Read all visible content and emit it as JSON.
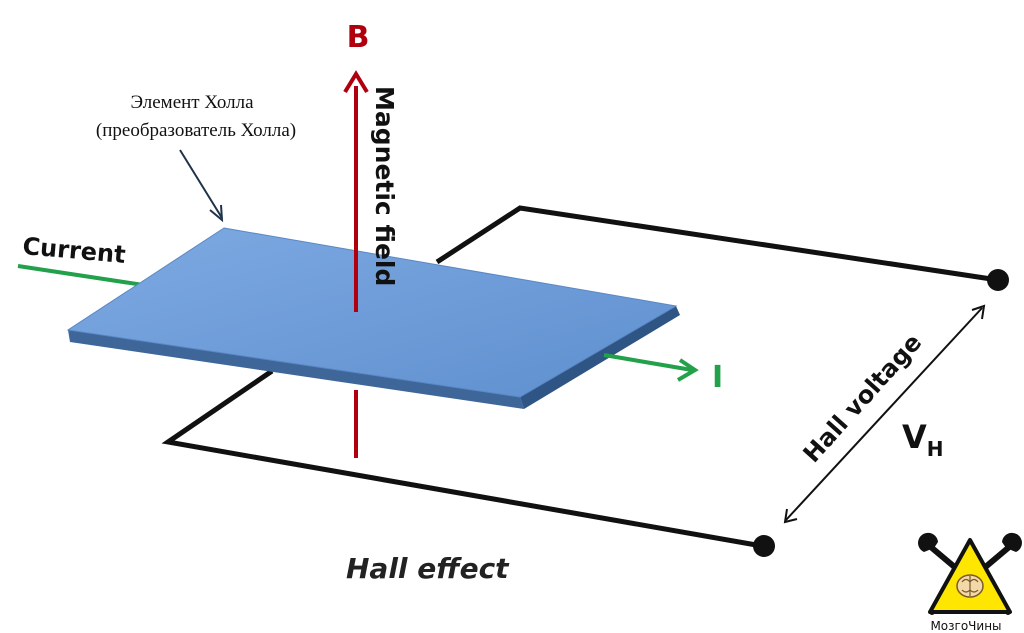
{
  "labels": {
    "b_field_letter": "B",
    "magnetic_field": "Magnetic field",
    "element_line1": "Элемент Холла",
    "element_line2": "(преобразователь Холла)",
    "current": "Current",
    "current_symbol": "I",
    "hall_voltage": "Hall voltage",
    "vh_main": "V",
    "vh_sub": "H",
    "caption": "Hall effect",
    "logo_text": "МозгоЧины"
  },
  "colors": {
    "magnetic_field": "#b00010",
    "current": "#22a04a",
    "plate_top": "#6f9fdc",
    "plate_edge": "#3e6699",
    "wire": "#111111",
    "pointer_arrow": "#1f3349",
    "logo_yellow": "#ffe600"
  },
  "icons": {
    "logo": "wrench-triangle-brain-icon",
    "terminal": "dot-icon"
  }
}
